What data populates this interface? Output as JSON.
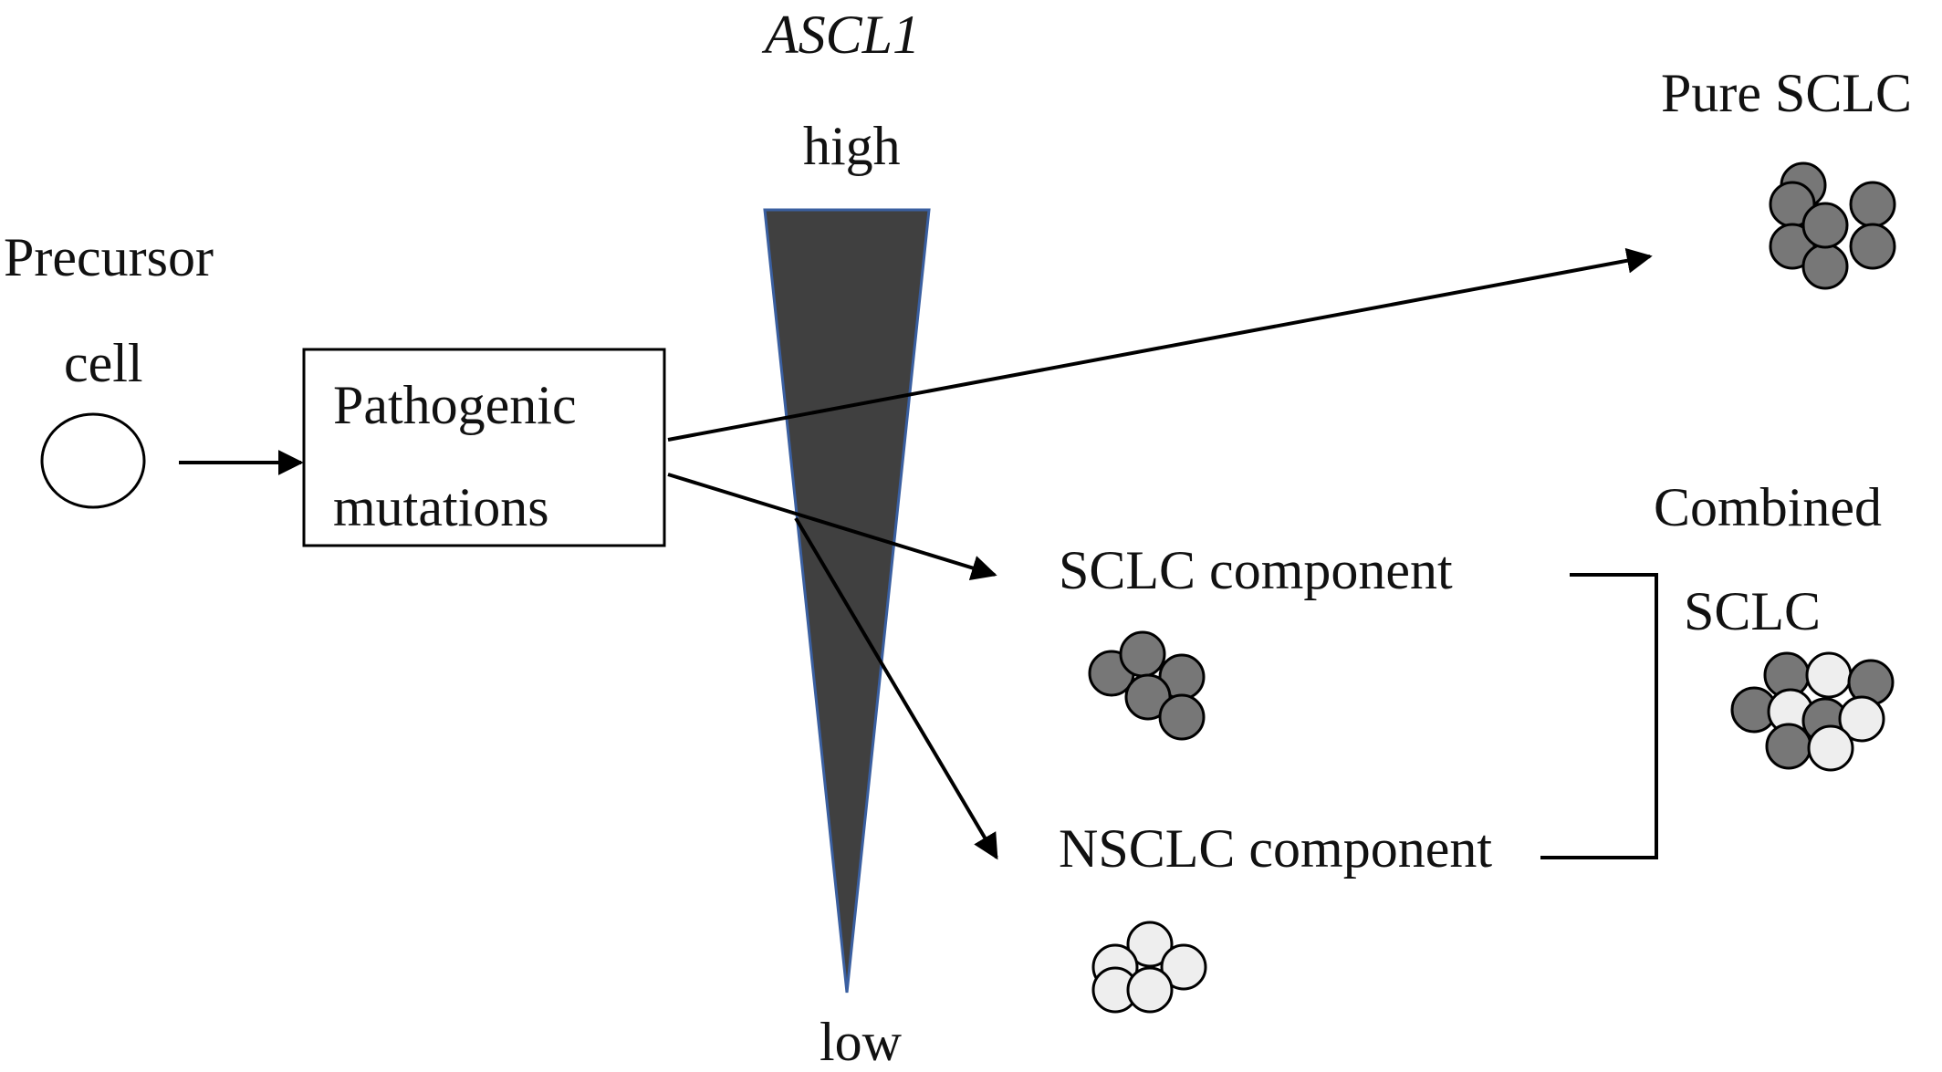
{
  "gene": "ASCL1",
  "gradient": {
    "high": "high",
    "low": "low"
  },
  "precursor": {
    "line1": "Precursor",
    "line2": "cell"
  },
  "mutation_box": {
    "line1": "Pathogenic",
    "line2": "mutations"
  },
  "pure": {
    "label": "Pure SCLC"
  },
  "components": {
    "sclc": "SCLC component",
    "nsclc": "NSCLC component"
  },
  "combined": {
    "line1": "Combined",
    "line2": "SCLC"
  },
  "colors": {
    "sclc_cell": "#777777",
    "nsclc_cell": "#eeeeee",
    "wedge_fill": "#404040",
    "wedge_edge": "#3a5fa0",
    "ink": "#000000"
  }
}
